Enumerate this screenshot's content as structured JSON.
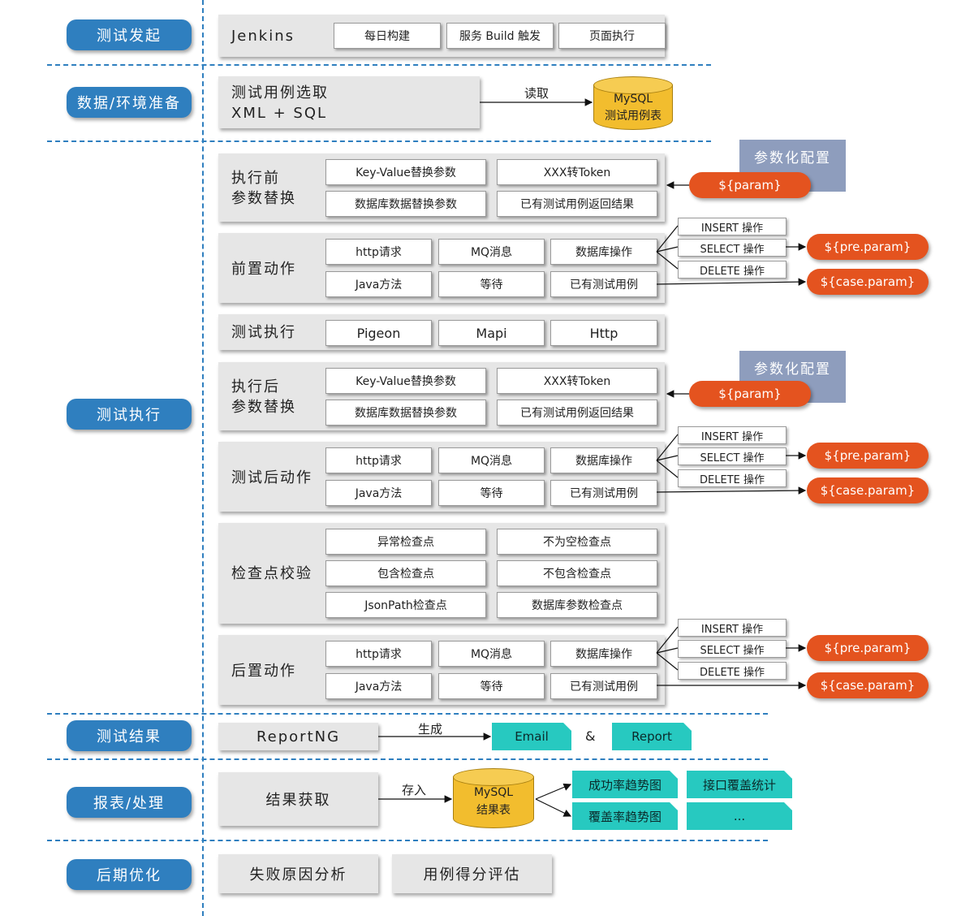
{
  "stages": [
    "测试发起",
    "数据/环境准备",
    "测试执行",
    "测试结果",
    "报表/处理",
    "后期优化"
  ],
  "trigger": {
    "label": "Jenkins",
    "buttons": [
      "每日构建",
      "服务 Build 触发",
      "页面执行"
    ]
  },
  "prep": {
    "label": "测试用例选取\nXML + SQL",
    "arrow": "读取",
    "db_line1": "MySQL",
    "db_line2": "测试用例表"
  },
  "param_config": "参数化配置",
  "param_token": "${param}",
  "pre_param_token": "${pre.param}",
  "case_param_token": "${case.param}",
  "db_ops": [
    "INSERT 操作",
    "SELECT 操作",
    "DELETE 操作"
  ],
  "exec": {
    "pre_replace": {
      "label": "执行前\n参数替换",
      "items": [
        "Key-Value替换参数",
        "XXX转Token",
        "数据库数据替换参数",
        "已有测试用例返回结果"
      ]
    },
    "pre_action": {
      "label": "前置动作",
      "items": [
        "http请求",
        "MQ消息",
        "数据库操作",
        "Java方法",
        "等待",
        "已有测试用例"
      ]
    },
    "run": {
      "label": "测试执行",
      "items": [
        "Pigeon",
        "Mapi",
        "Http"
      ]
    },
    "post_replace": {
      "label": "执行后\n参数替换",
      "items": [
        "Key-Value替换参数",
        "XXX转Token",
        "数据库数据替换参数",
        "已有测试用例返回结果"
      ]
    },
    "post_test_action": {
      "label": "测试后动作",
      "items": [
        "http请求",
        "MQ消息",
        "数据库操作",
        "Java方法",
        "等待",
        "已有测试用例"
      ]
    },
    "checkpoint": {
      "label": "检查点校验",
      "items": [
        "异常检查点",
        "不为空检查点",
        "包含检查点",
        "不包含检查点",
        "JsonPath检查点",
        "数据库参数检查点"
      ]
    },
    "post_action": {
      "label": "后置动作",
      "items": [
        "http请求",
        "MQ消息",
        "数据库操作",
        "Java方法",
        "等待",
        "已有测试用例"
      ]
    }
  },
  "result": {
    "label": "ReportNG",
    "arrow": "生成",
    "email": "Email",
    "amp": "&",
    "report": "Report"
  },
  "report": {
    "label": "结果获取",
    "arrow": "存入",
    "db_line1": "MySQL",
    "db_line2": "结果表",
    "docs": [
      "成功率趋势图",
      "接口覆盖统计",
      "覆盖率趋势图",
      "..."
    ]
  },
  "optimize": [
    "失败原因分析",
    "用例得分评估"
  ],
  "colors": {
    "stage": "#2f7fbf",
    "panel": "#e6e6e6",
    "orange": "#e4531f",
    "teal": "#27c9c0",
    "db": "#f2bd2e",
    "param_cfg": "#8e9dbd"
  }
}
